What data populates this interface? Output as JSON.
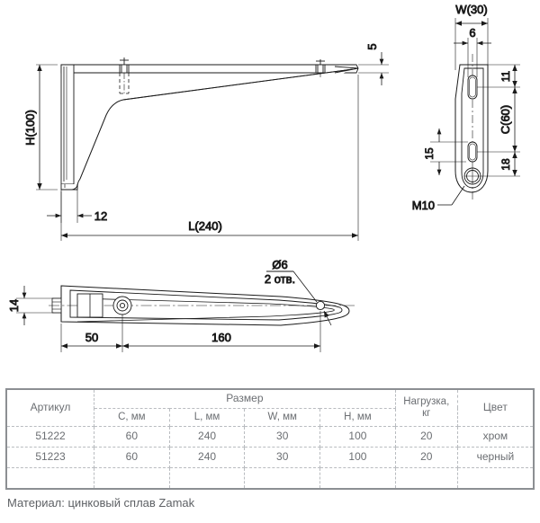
{
  "drawing": {
    "side_view": {
      "name": "shelf-bracket-side-view",
      "dim_height": "H(100)",
      "dim_length": "L(240)",
      "dim_lip": "12",
      "dim_thickness": "5"
    },
    "end_view": {
      "name": "shelf-bracket-end-view",
      "dim_width": "W(30)",
      "dim_slot_width": "6",
      "dim_center": "C(60)",
      "dim_top_offset": "11",
      "dim_bottom_offset": "18",
      "dim_lower_slot": "15",
      "thread_callout": "M10"
    },
    "plan_view": {
      "name": "shelf-bracket-plan-view",
      "dim_thickness": "14",
      "dim_first": "50",
      "dim_second": "160",
      "hole_callout_dia": "Ø6",
      "hole_callout_qty": "2 отв."
    }
  },
  "spec_table": {
    "headers": {
      "article": "Артикул",
      "size_group": "Размер",
      "c": "C, мм",
      "l": "L, мм",
      "w": "W, мм",
      "h": "H, мм",
      "load": "Нагрузка, кг",
      "load_line1": "Нагрузка,",
      "load_line2": "кг",
      "color": "Цвет"
    },
    "rows": [
      {
        "article": "51222",
        "c": "60",
        "l": "240",
        "w": "30",
        "h": "100",
        "load": "20",
        "color": "хром"
      },
      {
        "article": "51223",
        "c": "60",
        "l": "240",
        "w": "30",
        "h": "100",
        "load": "20",
        "color": "черный"
      }
    ]
  },
  "material_note": "Материал: цинковый сплав Zamak",
  "colors": {
    "line": "#1a1a1a",
    "table_border": "#8c8f93",
    "table_inner": "#b9bcc0",
    "text": "#6b6e72"
  }
}
